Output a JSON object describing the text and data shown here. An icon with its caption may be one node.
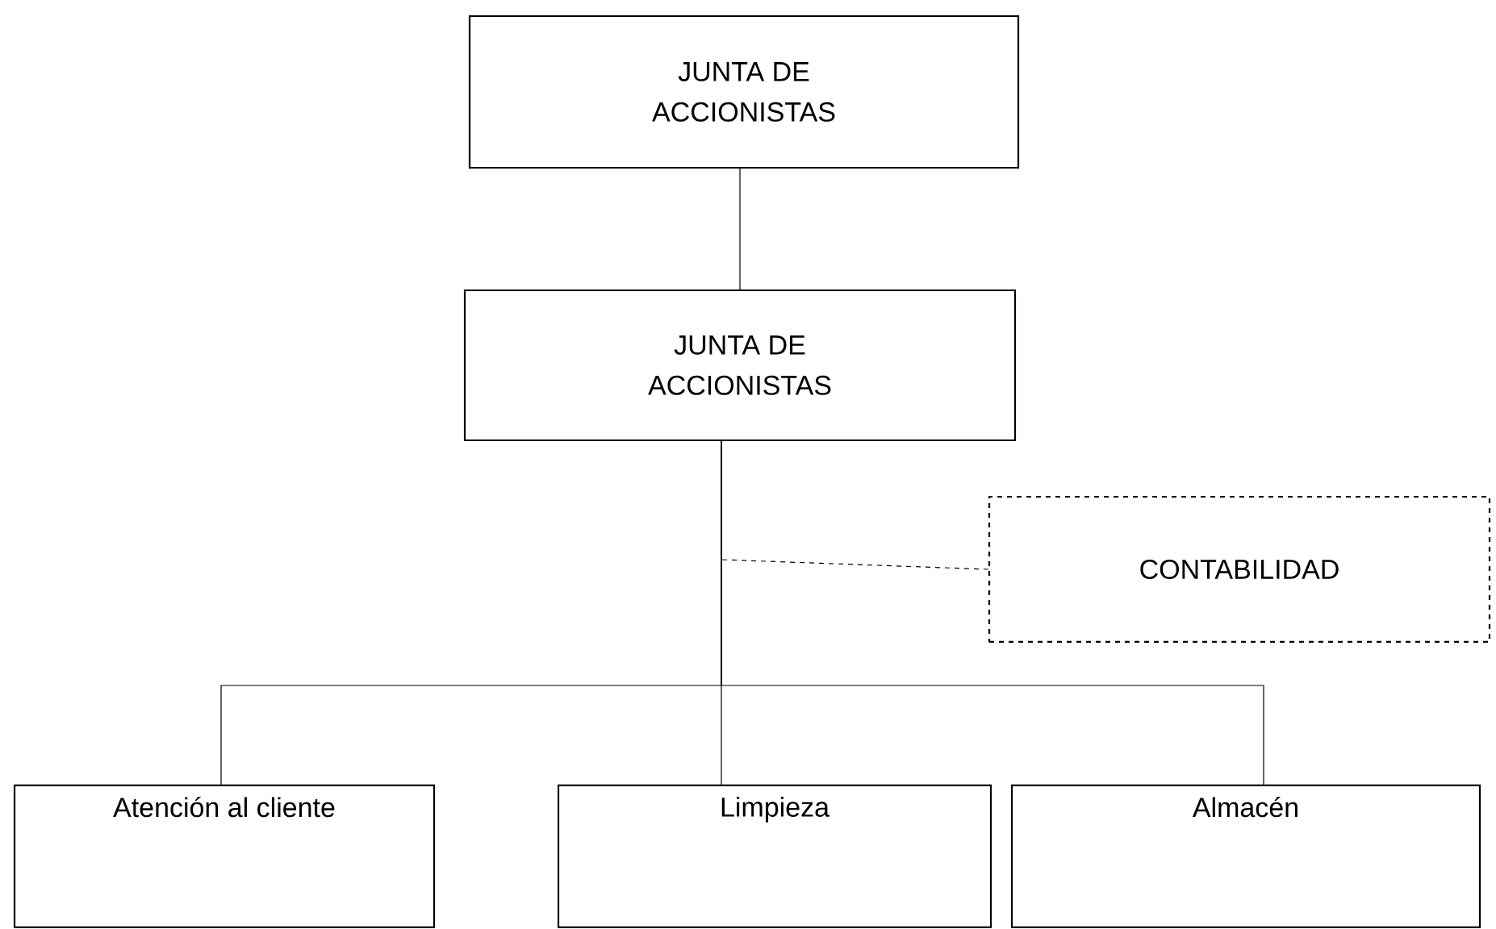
{
  "diagram": {
    "nodes": [
      {
        "text": [
          "JUNTA DE ACCIONISTAS"
        ]
      },
      {
        "text": [
          "JUNTA DE ACCIONISTAS"
        ]
      },
      {
        "text": [
          "CONTABILIDAD"
        ]
      },
      {
        "text": [
          "Atención al cliente"
        ]
      },
      {
        "text": [
          "Limpieza"
        ]
      },
      {
        "text": [
          "Almacén"
        ]
      }
    ],
    "edges": [
      {
        "from": 0,
        "to": 1,
        "arrow": "none"
      },
      {
        "from": 2,
        "to": 1,
        "arrow": "none",
        "style": "dashed"
      },
      {
        "from": 1,
        "to": 3,
        "arrow": "none"
      },
      {
        "from": 1,
        "to": 4,
        "arrow": "none"
      },
      {
        "from": 1,
        "to": 5,
        "arrow": "none"
      }
    ]
  }
}
